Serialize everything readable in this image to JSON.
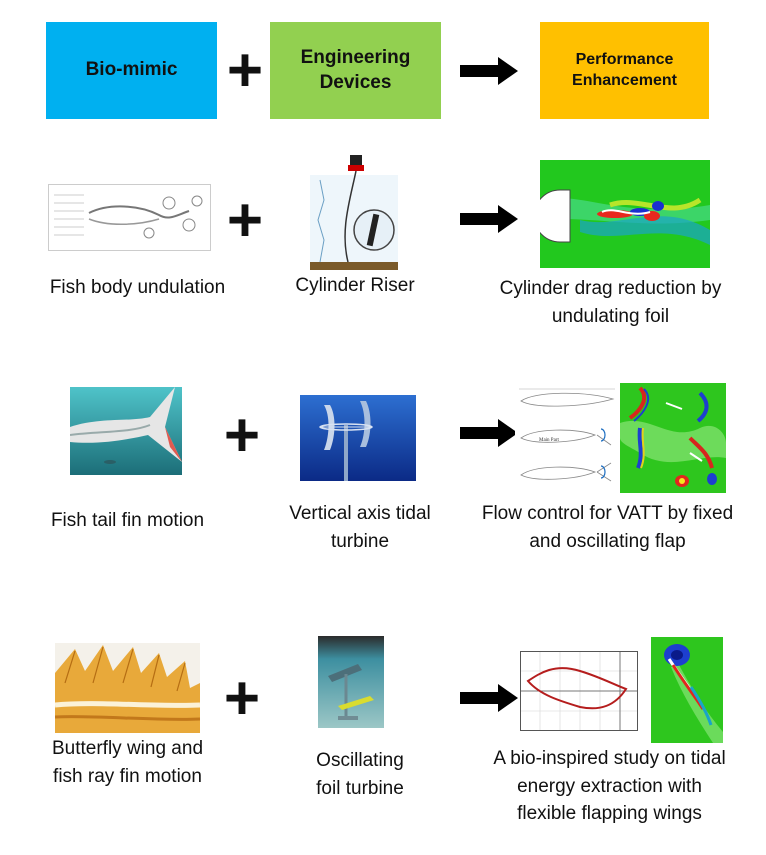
{
  "header": {
    "box1": {
      "label": "Bio-mimic",
      "color": "#00B0F0"
    },
    "box2": {
      "label": "Engineering\nDevices",
      "color": "#92D050"
    },
    "box3": {
      "label": "Performance\nEnhancement",
      "color": "#FFC000"
    },
    "plus": "+"
  },
  "rows": [
    {
      "bio_caption": "Fish body undulation",
      "device_caption": "Cylinder Riser",
      "result_caption": "Cylinder drag reduction by\nundulating foil",
      "plus": "+"
    },
    {
      "bio_caption": "Fish tail fin motion",
      "device_caption": "Vertical axis tidal\nturbine",
      "result_caption": "Flow control for VATT by fixed\nand oscillating flap",
      "plus": "+",
      "inset_label": "Main Part"
    },
    {
      "bio_caption": "Butterfly wing and\nfish ray fin motion",
      "device_caption": "Oscillating\nfoil turbine",
      "result_caption": "A bio-inspired study on tidal\nenergy extraction with\nflexible flapping wings",
      "plus": "+"
    }
  ]
}
